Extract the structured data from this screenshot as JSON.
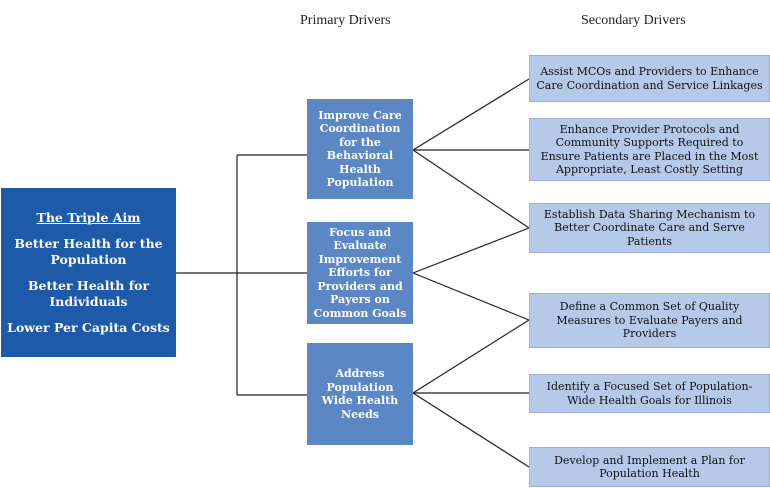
{
  "headers": {
    "primary": "Primary Drivers",
    "secondary": "Secondary Drivers"
  },
  "aim": {
    "title": "The Triple Aim",
    "lines": [
      "Better Health for the Population",
      "Better Health for Individuals",
      "Lower Per Capita Costs"
    ]
  },
  "primary_drivers": [
    "Improve Care Coordination for the Behavioral Health Population",
    "Focus and Evaluate Improvement Efforts for Providers and Payers on Common Goals",
    "Address Population Wide Health Needs"
  ],
  "secondary_drivers": [
    "Assist MCOs and Providers to Enhance Care Coordination and Service Linkages",
    "Enhance Provider Protocols and Community Supports Required to Ensure Patients are Placed in the Most Appropriate, Least Costly Setting",
    "Establish Data Sharing Mechanism to Better Coordinate Care and Serve Patients",
    "Define a Common Set of Quality Measures to Evaluate Payers and Providers",
    "Identify a Focused Set of Population-Wide Health Goals for Illinois",
    "Develop and Implement a Plan for Population Health"
  ],
  "colors": {
    "aim_box": "#1d5aa8",
    "primary_box": "#5b87c5",
    "secondary_box": "#b7c9e8",
    "connector": "#222222"
  }
}
